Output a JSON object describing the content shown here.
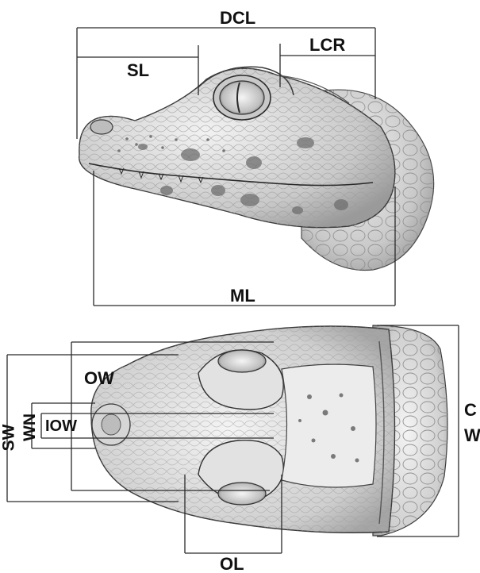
{
  "measurements": {
    "DCL": "DCL",
    "SL": "SL",
    "LCR": "LCR",
    "ML": "ML",
    "OW": "OW",
    "SW": "SW",
    "WN": "WN",
    "IOW": "IOW",
    "CW_top": "C",
    "CW_bottom": "W",
    "OL": "OL"
  },
  "colors": {
    "line": "#2a2a2a",
    "sketch_dark": "#3a3a3a",
    "sketch_mid": "#8a8a8a",
    "sketch_light": "#d9d9d9",
    "spot": "#6e6e6e"
  }
}
